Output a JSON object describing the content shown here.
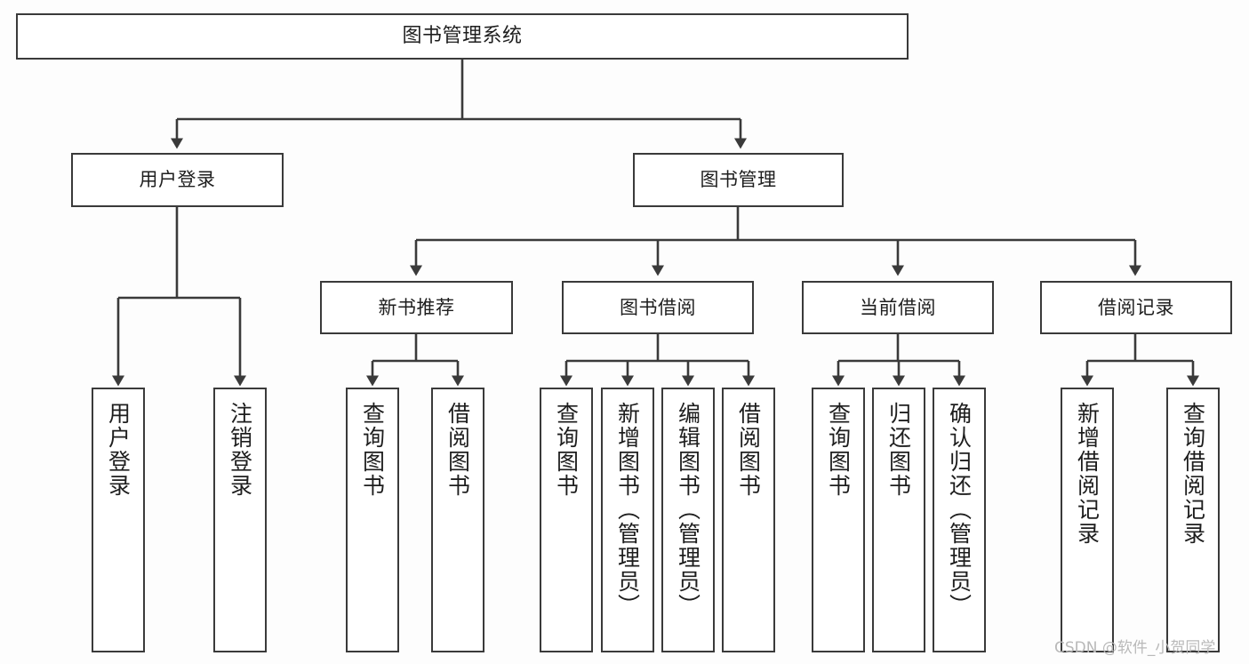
{
  "diagram": {
    "title": "图书管理系统",
    "type": "功能结构图",
    "theme": {
      "background": "#fdfdfd",
      "box_fill": "#ffffff",
      "line_color": "#3a3a3a",
      "text_color": "#1e1e1e",
      "watermark_color": "#b9b9b9"
    }
  },
  "watermark": {
    "text": "CSDN @软件_小贺同学"
  },
  "nodes": {
    "root": {
      "label": "图书管理系统"
    },
    "level2": [
      {
        "id": "user-login",
        "label": "用户登录"
      },
      {
        "id": "book-management",
        "label": "图书管理"
      }
    ],
    "level3": [
      {
        "id": "new-book-recommend",
        "label": "新书推荐"
      },
      {
        "id": "book-borrow",
        "label": "图书借阅"
      },
      {
        "id": "current-borrow",
        "label": "当前借阅"
      },
      {
        "id": "borrow-record",
        "label": "借阅记录"
      }
    ],
    "leaves": {
      "user-login": [
        {
          "id": "leaf-user-login",
          "label": "用户登录"
        },
        {
          "id": "leaf-user-logout",
          "label": "注销登录"
        }
      ],
      "new-book-recommend": [
        {
          "id": "leaf-query-book-1",
          "label": "查询图书"
        },
        {
          "id": "leaf-borrow-book-1",
          "label": "借阅图书"
        }
      ],
      "book-borrow": [
        {
          "id": "leaf-query-book-2",
          "label": "查询图书"
        },
        {
          "id": "leaf-add-book",
          "label": "新增图书（管理员）"
        },
        {
          "id": "leaf-edit-book",
          "label": "编辑图书（管理员）"
        },
        {
          "id": "leaf-borrow-book-2",
          "label": "借阅图书"
        }
      ],
      "current-borrow": [
        {
          "id": "leaf-query-book-3",
          "label": "查询图书"
        },
        {
          "id": "leaf-return-book",
          "label": "归还图书"
        },
        {
          "id": "leaf-confirm-return",
          "label": "确认归还（管理员）"
        }
      ],
      "borrow-record": [
        {
          "id": "leaf-add-record",
          "label": "新增借阅记录"
        },
        {
          "id": "leaf-query-record",
          "label": "查询借阅记录"
        }
      ]
    }
  }
}
